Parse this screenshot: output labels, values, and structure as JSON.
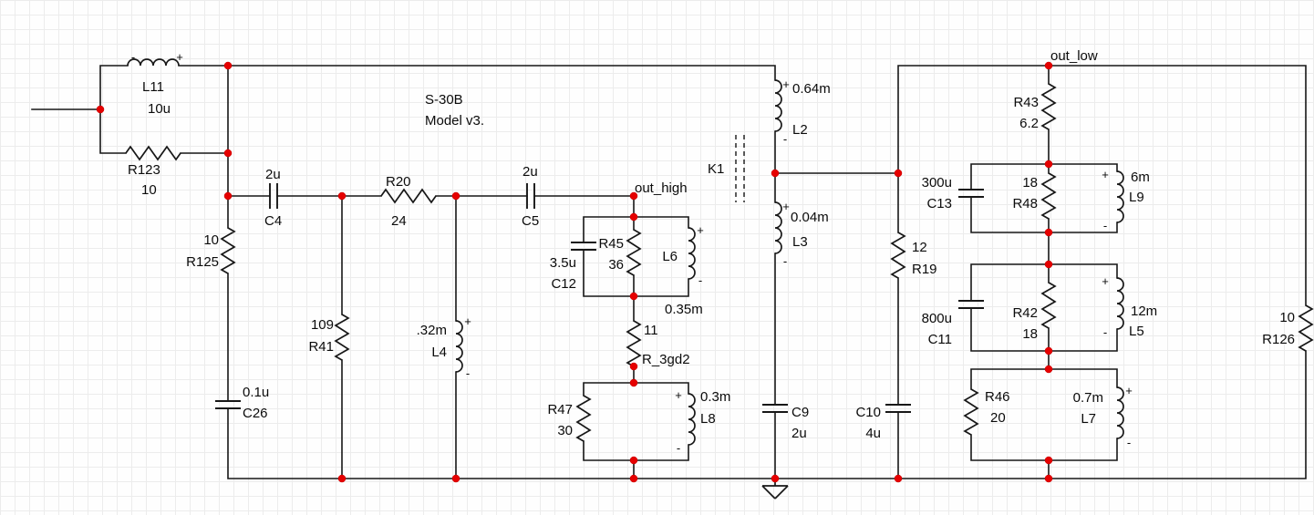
{
  "title": {
    "line1": "S-30B",
    "line2": "Model v3."
  },
  "net_labels": {
    "out_high": "out_high",
    "out_low": "out_low"
  },
  "marks": {
    "plus": "+",
    "minus": "-"
  },
  "components": {
    "L11": {
      "ref": "L11",
      "value": "10u"
    },
    "R123": {
      "ref": "R123",
      "value": "10"
    },
    "R125": {
      "ref": "R125",
      "value": "10"
    },
    "C26": {
      "ref": "C26",
      "value": "0.1u"
    },
    "C4": {
      "ref": "C4",
      "value": "2u"
    },
    "R20": {
      "ref": "R20",
      "value": "24"
    },
    "C5": {
      "ref": "C5",
      "value": "2u"
    },
    "R41": {
      "ref": "R41",
      "value": "109"
    },
    "L4": {
      "ref": "L4",
      "value": ".32m"
    },
    "C12": {
      "ref": "C12",
      "value": "3.5u"
    },
    "R45": {
      "ref": "R45",
      "value": "36"
    },
    "L6": {
      "ref": "L6",
      "value": "0.35m"
    },
    "R_3gd2": {
      "ref": "R_3gd2",
      "value": "11"
    },
    "R47": {
      "ref": "R47",
      "value": "30"
    },
    "L8": {
      "ref": "L8",
      "value": "0.3m"
    },
    "K1": {
      "ref": "K1"
    },
    "L2": {
      "ref": "L2",
      "value": "0.64m"
    },
    "L3": {
      "ref": "L3",
      "value": "0.04m"
    },
    "C9": {
      "ref": "C9",
      "value": "2u"
    },
    "R19": {
      "ref": "R19",
      "value": "12"
    },
    "C10": {
      "ref": "C10",
      "value": "4u"
    },
    "R43": {
      "ref": "R43",
      "value": "6.2"
    },
    "C13": {
      "ref": "C13",
      "value": "300u"
    },
    "R48": {
      "ref": "R48",
      "value": "18"
    },
    "L9": {
      "ref": "L9",
      "value": "6m"
    },
    "C11": {
      "ref": "C11",
      "value": "800u"
    },
    "R42": {
      "ref": "R42",
      "value": "18"
    },
    "L5": {
      "ref": "L5",
      "value": "12m"
    },
    "R46": {
      "ref": "R46",
      "value": "20"
    },
    "L7": {
      "ref": "L7",
      "value": "0.7m"
    },
    "R126": {
      "ref": "R126",
      "value": "10"
    }
  }
}
